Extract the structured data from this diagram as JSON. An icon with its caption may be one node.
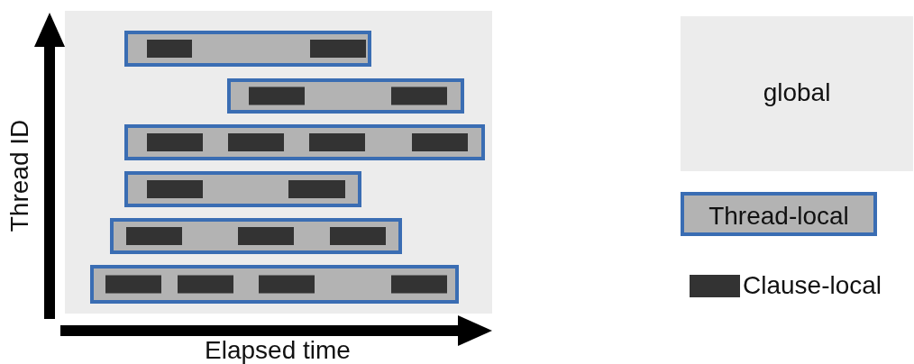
{
  "diagram": {
    "labels": [
      "Thread ID",
      "Elapsed time"
    ],
    "legend": [
      {
        "text": "global",
        "color": "#ececec"
      },
      {
        "text": "Thread-local"
      },
      {
        "text": "Clause-local",
        "color": "#333333"
      }
    ]
  }
}
